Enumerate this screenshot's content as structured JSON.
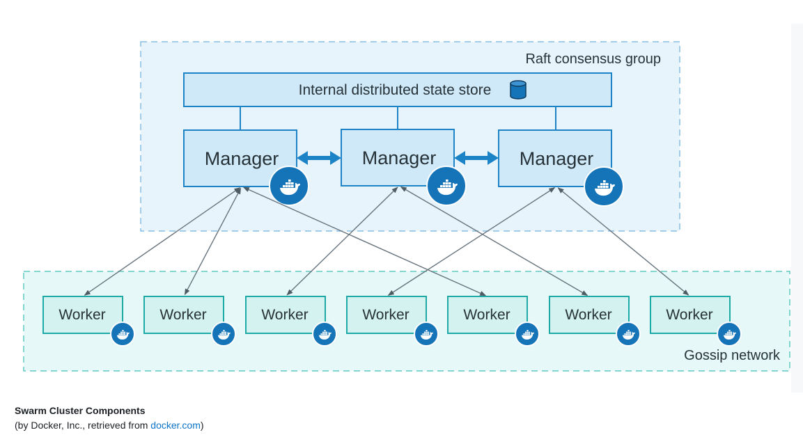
{
  "diagram": {
    "raft_group_label": "Raft consensus group",
    "state_store_label": "Internal distributed state store",
    "gossip_network_label": "Gossip network",
    "managers": [
      {
        "label": "Manager"
      },
      {
        "label": "Manager"
      },
      {
        "label": "Manager"
      }
    ],
    "workers": [
      {
        "label": "Worker"
      },
      {
        "label": "Worker"
      },
      {
        "label": "Worker"
      },
      {
        "label": "Worker"
      },
      {
        "label": "Worker"
      },
      {
        "label": "Worker"
      },
      {
        "label": "Worker"
      }
    ],
    "connections": [
      {
        "manager": 0,
        "worker": 0
      },
      {
        "manager": 0,
        "worker": 1
      },
      {
        "manager": 0,
        "worker": 4
      },
      {
        "manager": 1,
        "worker": 2
      },
      {
        "manager": 1,
        "worker": 5
      },
      {
        "manager": 2,
        "worker": 3
      },
      {
        "manager": 2,
        "worker": 6
      }
    ],
    "icons": {
      "manager_badge": "docker-whale-icon",
      "worker_badge": "docker-whale-icon",
      "store": "database-icon"
    },
    "colors": {
      "raft_bg": "#e8f4fc",
      "raft_border": "#86bde3",
      "gossip_bg": "#e6f8f8",
      "gossip_border": "#5fc9c4",
      "manager_fill": "#cfe9f8",
      "manager_stroke": "#1c84c6",
      "worker_fill": "#d4f2f0",
      "worker_stroke": "#1da9a6",
      "badge": "#1574b8",
      "arrow": "#67737c"
    }
  },
  "caption": {
    "title": "Swarm Cluster Components",
    "prefix": "(by Docker, Inc., retrieved from ",
    "link": "docker.com",
    "suffix": ")"
  }
}
